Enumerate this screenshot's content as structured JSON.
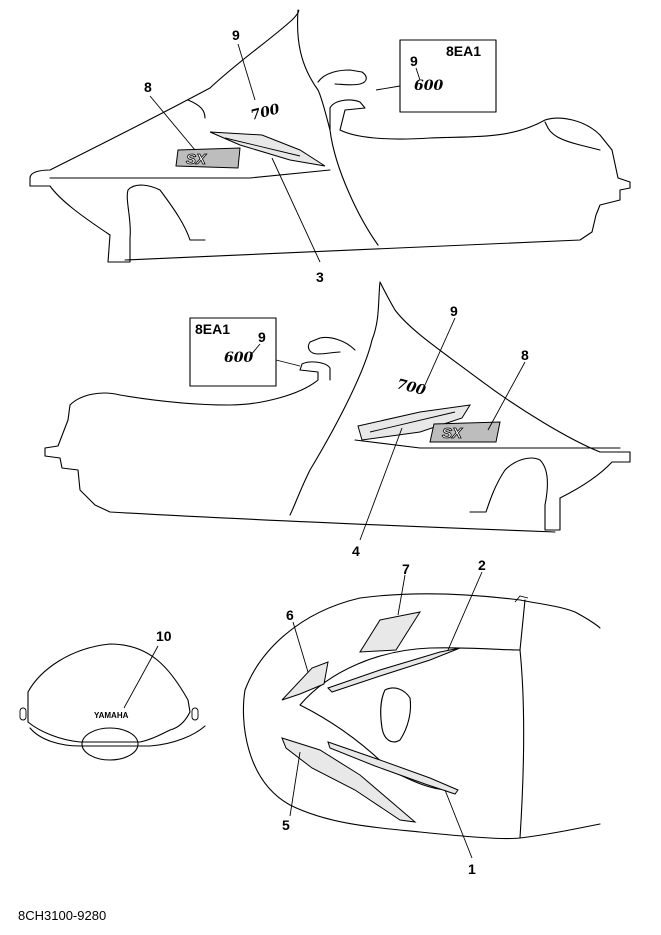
{
  "figure_code": "8CH3100-9280",
  "callouts": {
    "c1": "1",
    "c2": "2",
    "c3": "3",
    "c4": "4",
    "c5": "5",
    "c6": "6",
    "c7": "7",
    "c8": "8",
    "c9": "9",
    "c10": "10"
  },
  "variant_box": {
    "code": "8EA1",
    "part_number": "9",
    "emblem_text": "600"
  },
  "emblems": {
    "seven_hundred": "700",
    "model": "SX",
    "brand": "YAMAHA"
  }
}
